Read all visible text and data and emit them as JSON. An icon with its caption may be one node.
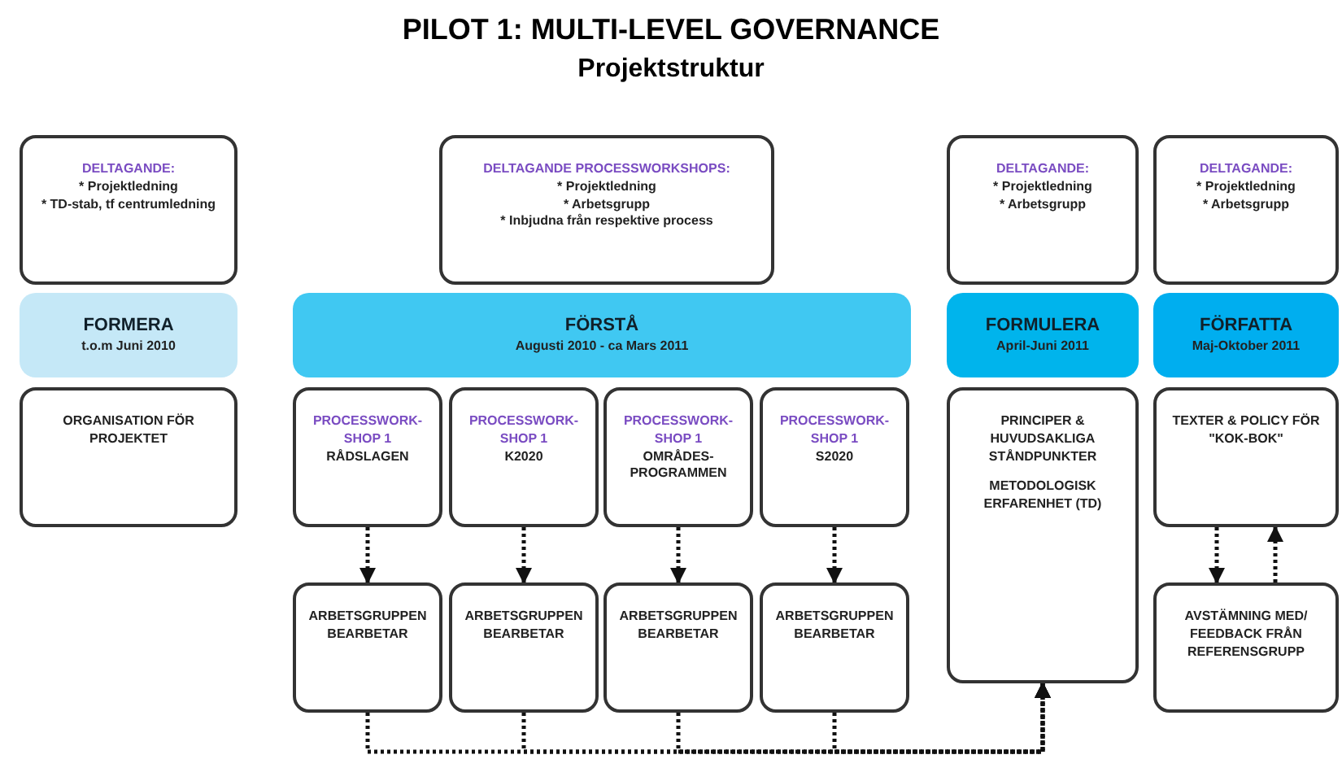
{
  "diagram": {
    "title": "PILOT 1: MULTI-LEVEL GOVERNANCE",
    "nodes": [
      {
        "text": [
          "DELTAGANDE:",
          "* Projektledning",
          "* TD-stab, tf centrumledning"
        ]
      },
      {
        "text": [
          "DELTAGANDE PROCESSWORKSHOPS:",
          "* Projektledning",
          "* Arbetsgrupp",
          "* Inbjudna från respektive process"
        ]
      },
      {
        "text": [
          "DELTAGANDE:",
          "* Projektledning",
          "* Arbetsgrupp"
        ]
      },
      {
        "text": [
          "DELTAGANDE:",
          "* Projektledning",
          "* Arbetsgrupp"
        ]
      },
      {
        "text": [
          "FORMERA",
          "t.o.m Juni 2010"
        ]
      },
      {
        "text": [
          "FÖRSTÅ",
          "Augusti 2010 - ca Mars 2011"
        ]
      },
      {
        "text": [
          "FORMULERA",
          "April-Juni 2011"
        ]
      },
      {
        "text": [
          "FÖRFATTA",
          "Maj-Oktober 2011"
        ]
      },
      {
        "text": [
          "ORGANISATION FÖR PROJEKTET"
        ]
      },
      {
        "text": [
          "PROCESSWORK-SHOP 1",
          "RÅDSLAGEN"
        ]
      },
      {
        "text": [
          "PROCESSWORK-SHOP 1",
          "K2020"
        ]
      },
      {
        "text": [
          "PROCESSWORK-SHOP 1",
          "OMRÅDES-PROGRAMMEN"
        ]
      },
      {
        "text": [
          "PROCESSWORK-SHOP 1",
          "S2020"
        ]
      },
      {
        "text": [
          "PRINCIPER & HUVUDSAKLIGA STÅNDPUNKTER",
          "METODOLOGISK ERFARENHET (TD)"
        ]
      },
      {
        "text": [
          "TEXTER & POLICY FÖR \"KOK-BOK\""
        ]
      },
      {
        "text": [
          "ARBETSGRUPPEN BEARBETAR"
        ]
      },
      {
        "text": [
          "ARBETSGRUPPEN BEARBETAR"
        ]
      },
      {
        "text": [
          "ARBETSGRUPPEN BEARBETAR"
        ]
      },
      {
        "text": [
          "ARBETSGRUPPEN BEARBETAR"
        ]
      },
      {
        "text": [
          "AVSTÄMNING MED/ FEEDBACK FRÅN REFERENSGRUPP"
        ]
      }
    ],
    "edges": [
      {
        "from": 9,
        "to": 15,
        "arrow": "to",
        "style": "dashed"
      },
      {
        "from": 10,
        "to": 16,
        "arrow": "to",
        "style": "dashed"
      },
      {
        "from": 11,
        "to": 17,
        "arrow": "to",
        "style": "dashed"
      },
      {
        "from": 12,
        "to": 18,
        "arrow": "to",
        "style": "dashed"
      },
      {
        "from": 15,
        "to": 13,
        "arrow": "to",
        "style": "dashed"
      },
      {
        "from": 16,
        "to": 13,
        "arrow": "to",
        "style": "dashed"
      },
      {
        "from": 17,
        "to": 13,
        "arrow": "to",
        "style": "dashed"
      },
      {
        "from": 18,
        "to": 13,
        "arrow": "to",
        "style": "dashed"
      },
      {
        "from": 14,
        "to": 19,
        "arrow": "to",
        "style": "dashed"
      },
      {
        "from": 19,
        "to": 14,
        "arrow": "to",
        "style": "dashed"
      }
    ],
    "labels": [
      "Projektstruktur"
    ]
  }
}
